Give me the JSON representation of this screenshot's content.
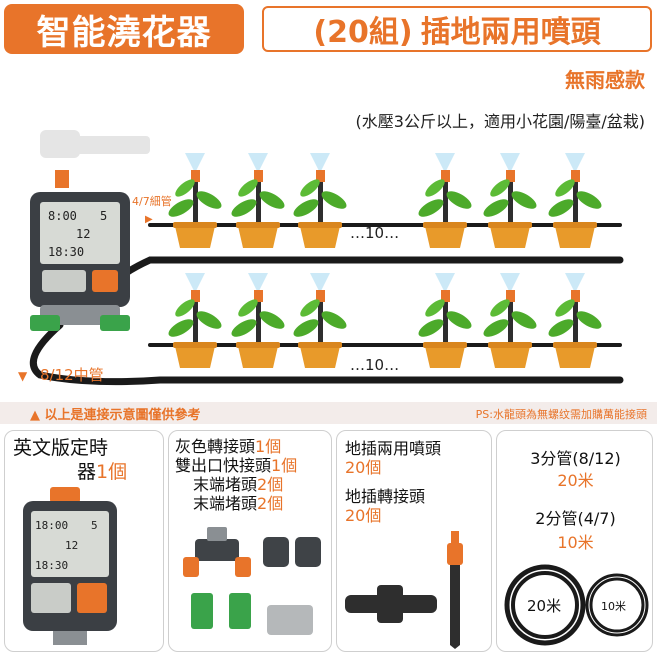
{
  "header": {
    "title": "智能澆花器",
    "pack_count": "(20組)",
    "pack_desc": "插地兩用噴頭",
    "no_rain": "無雨感款",
    "pressure_note": "(水壓3公斤以上，適用小花園/陽臺/盆栽)"
  },
  "diagram": {
    "thin_tube_label": "4/7細管",
    "main_tube_label": "8/12中管",
    "count_label_top": "…10…",
    "count_label_bottom": "…10…",
    "timer_screen": {
      "time1": "8:00",
      "time2": "12",
      "time3": "18:30",
      "day": "5"
    }
  },
  "notes": {
    "left": "以上是連接示意圖僅供參考",
    "right": "PS:水龍頭為無螺纹需加購萬能接頭"
  },
  "panels": {
    "timer": {
      "line1": "英文版定時",
      "line2a": "器",
      "line2b": "1個",
      "screen_time1": "18:00",
      "screen_time2": "12",
      "screen_time3": "18:30",
      "screen_day": "5"
    },
    "fittings": {
      "items": [
        {
          "name": "灰色轉接頭",
          "qty": "1個"
        },
        {
          "name": "雙出口快接頭",
          "qty": "1個"
        },
        {
          "name": "末端堵頭",
          "qty": "2個"
        },
        {
          "name": "末端堵頭",
          "qty": "2個"
        }
      ]
    },
    "sprayers": {
      "item1_name": "地插兩用噴頭",
      "item1_qty": "20個",
      "item2_name": "地插轉接頭",
      "item2_qty": "20個"
    },
    "tubes": {
      "item1_name": "3分管(8/12)",
      "item1_qty": "20米",
      "item2_name": "2分管(4/7)",
      "item2_qty": "10米",
      "coil1_label": "20米",
      "coil2_label": "10米"
    }
  },
  "colors": {
    "accent": "#e8742a",
    "tube": "#1a1a1a",
    "pot": "#e89a2a",
    "leaf": "#4caa2a"
  }
}
